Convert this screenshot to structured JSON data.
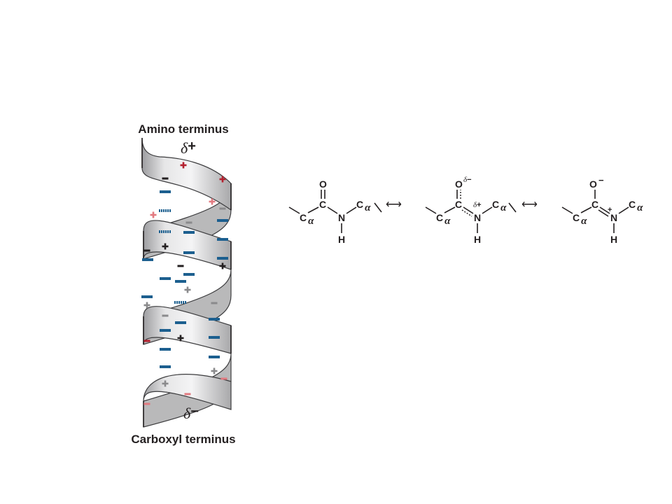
{
  "helix": {
    "amino_label": "Amino terminus",
    "carboxyl_label": "Carboxyl terminus",
    "top_dipole_symbol": "δ",
    "top_dipole_sign": "+",
    "bottom_dipole_symbol": "δ",
    "bottom_dipole_sign": "−",
    "colors": {
      "dipole_blue": "#1c5f8f",
      "positive_red": "#b3202e",
      "positive_pink": "#e27a80",
      "neutral_gray": "#8a8a8c",
      "dark": "#231f20"
    }
  },
  "resonance": {
    "arrow_symbol": "⟷",
    "structure_1": {
      "atoms": {
        "o": "O",
        "c": "C",
        "n": "N",
        "h": "H",
        "ca_left": "C",
        "ca_right": "C",
        "alpha": "α"
      }
    },
    "structure_2": {
      "atoms": {
        "o": "O",
        "c": "C",
        "n": "N",
        "h": "H",
        "ca_left": "C",
        "ca_right": "C",
        "alpha": "α"
      },
      "o_charge_symbol": "δ",
      "o_charge_sign": "−",
      "n_charge_symbol": "δ",
      "n_charge_sign": "+"
    },
    "structure_3": {
      "atoms": {
        "o": "O",
        "c": "C",
        "n": "N",
        "h": "H",
        "ca_left": "C",
        "ca_right": "C",
        "alpha": "α"
      },
      "o_charge": "−",
      "n_charge": "+"
    }
  }
}
